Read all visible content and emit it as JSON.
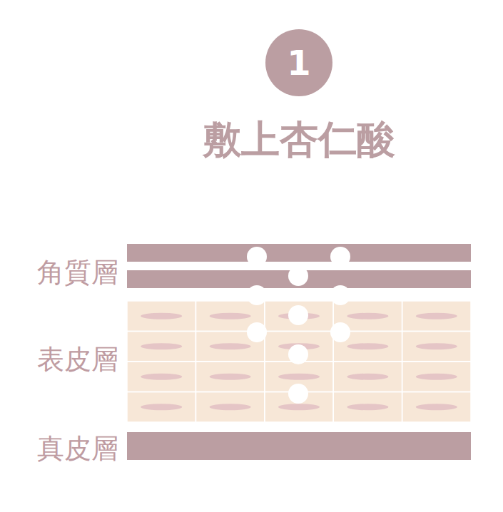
{
  "diagram": {
    "title": "敷上杏仁酸",
    "nodes": [
      {
        "text": [
          "1"
        ]
      }
    ],
    "labels": [
      "角質層",
      "表皮層",
      "真皮層"
    ]
  }
}
